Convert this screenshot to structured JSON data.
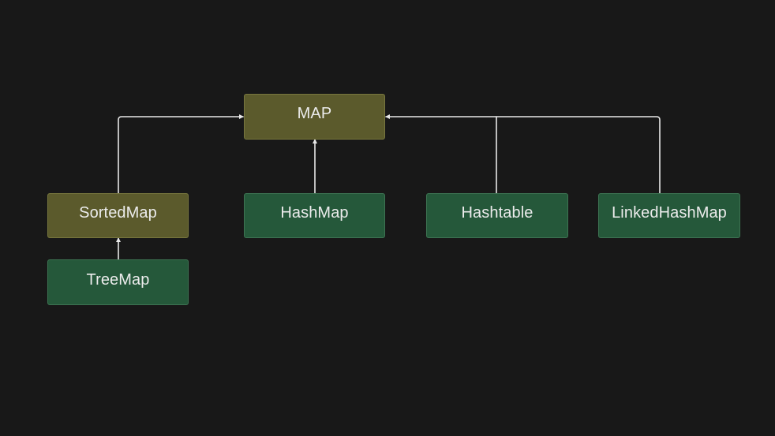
{
  "diagram": {
    "colors": {
      "background": "#181818",
      "interface_fill": "#5b5a2c",
      "implementation_fill": "#25583a",
      "text": "#ececec",
      "connector": "#e8e8e8"
    },
    "nodes": {
      "map": {
        "label": "MAP",
        "kind": "interface"
      },
      "sorted_map": {
        "label": "SortedMap",
        "kind": "interface"
      },
      "hash_map": {
        "label": "HashMap",
        "kind": "implementation"
      },
      "hashtable": {
        "label": "Hashtable",
        "kind": "implementation"
      },
      "linked_hash_map": {
        "label": "LinkedHashMap",
        "kind": "implementation"
      },
      "tree_map": {
        "label": "TreeMap",
        "kind": "implementation"
      }
    },
    "edges": [
      {
        "from": "SortedMap",
        "to": "MAP"
      },
      {
        "from": "HashMap",
        "to": "MAP"
      },
      {
        "from": "Hashtable",
        "to": "MAP"
      },
      {
        "from": "LinkedHashMap",
        "to": "MAP"
      },
      {
        "from": "TreeMap",
        "to": "SortedMap"
      }
    ]
  }
}
